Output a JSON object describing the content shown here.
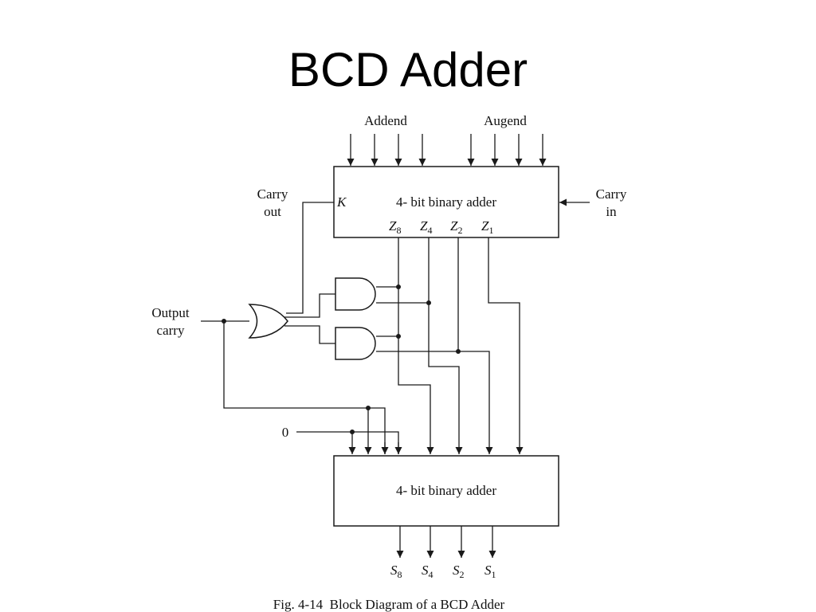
{
  "title": "BCD Adder",
  "inputs": {
    "addend": "Addend",
    "augend": "Augend"
  },
  "upper_adder": {
    "label": "4- bit binary adder",
    "carry_out_port": "K",
    "outputs": [
      {
        "var": "Z",
        "sub": "8"
      },
      {
        "var": "Z",
        "sub": "4"
      },
      {
        "var": "Z",
        "sub": "2"
      },
      {
        "var": "Z",
        "sub": "1"
      }
    ]
  },
  "carry_out": {
    "line1": "Carry",
    "line2": "out"
  },
  "carry_in": {
    "line1": "Carry",
    "line2": "in"
  },
  "output_carry": {
    "line1": "Output",
    "line2": "carry"
  },
  "zero_input": "0",
  "lower_adder": {
    "label": "4- bit binary adder",
    "outputs": [
      {
        "var": "S",
        "sub": "8"
      },
      {
        "var": "S",
        "sub": "4"
      },
      {
        "var": "S",
        "sub": "2"
      },
      {
        "var": "S",
        "sub": "1"
      }
    ]
  },
  "caption": "Fig. 4-14  Block Diagram of a BCD Adder"
}
